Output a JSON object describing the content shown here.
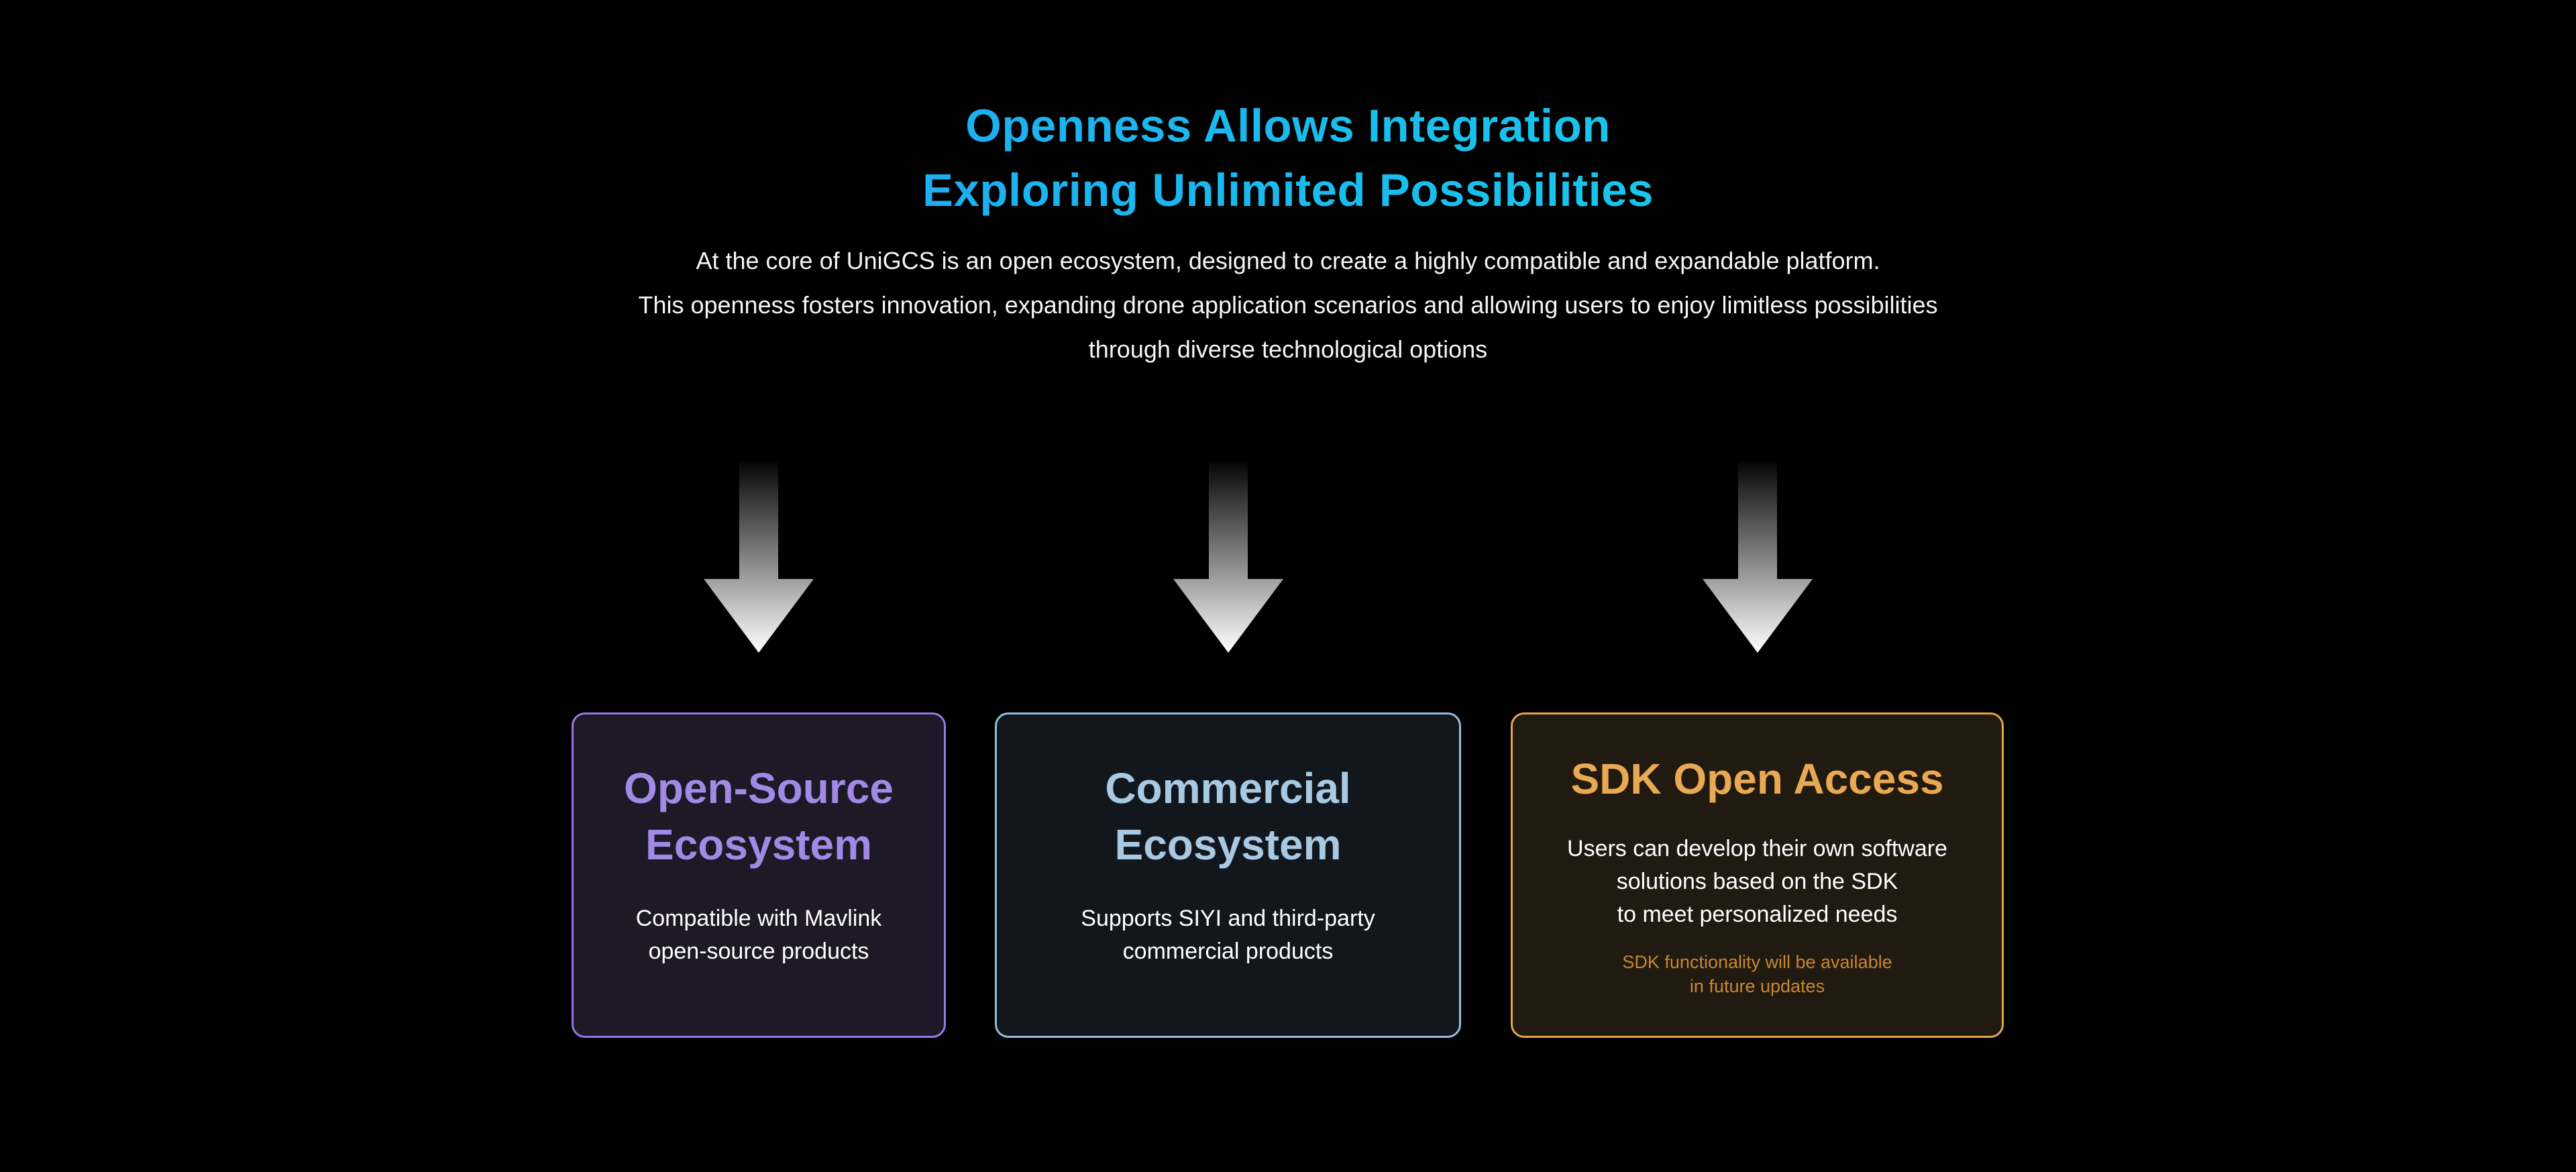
{
  "section": {
    "title": {
      "line1": "Openness Allows Integration",
      "line2": "Exploring Unlimited Possibilities",
      "gradient_start": "#2490F6",
      "gradient_end": "#12E4E6"
    },
    "description": [
      "At the core of UniGCS is an open ecosystem, designed to create a highly compatible and expandable platform.",
      "This openness fosters innovation, expanding drone application scenarios and allowing users to enjoy limitless possibilities",
      "through diverse technological options"
    ],
    "arrow": {
      "icon": "down-arrow",
      "gradient_top": "#050505",
      "gradient_bottom": "#FFFFFF"
    },
    "cards": [
      {
        "id": "open-source-ecosystem",
        "title_lines": [
          "Open-Source",
          "Ecosystem"
        ],
        "body_lines": [
          "Compatible with Mavlink",
          "open-source products"
        ],
        "accent_color": "#A189E6",
        "border_color": "#9678E8",
        "background_color": "#1D1926"
      },
      {
        "id": "commercial-ecosystem",
        "title_lines": [
          "Commercial",
          "Ecosystem"
        ],
        "body_lines": [
          "Supports SIYI and third-party",
          "commercial products"
        ],
        "accent_color": "#A9C9E2",
        "border_color": "#93BFDC",
        "background_color": "#11171D"
      },
      {
        "id": "sdk-open-access",
        "title_lines": [
          "SDK Open Access"
        ],
        "body_lines": [
          "Users can develop their own software",
          "solutions based on the SDK",
          "to meet personalized needs"
        ],
        "note_lines": [
          "SDK functionality will be available",
          "in future updates"
        ],
        "accent_color": "#E9A953",
        "border_color": "#E2A64D",
        "background_color": "#211A10",
        "note_color": "#C8882F"
      }
    ]
  }
}
